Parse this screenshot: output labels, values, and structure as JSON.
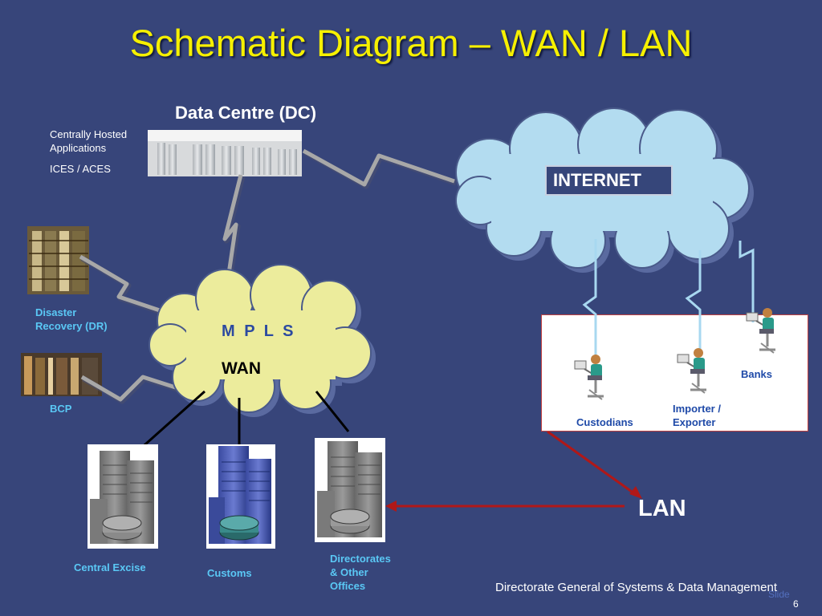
{
  "title": "Schematic Diagram – WAN / LAN",
  "data_centre": {
    "title": "Data Centre (DC)",
    "line1": "Centrally Hosted",
    "line2": "Applications",
    "line3": "ICES / ACES"
  },
  "internet": {
    "label": "INTERNET"
  },
  "mpls": {
    "label": "M P L S",
    "wan": "WAN"
  },
  "dr": {
    "line1": "Disaster",
    "line2": "Recovery (DR)"
  },
  "bcp": {
    "label": "BCP"
  },
  "buildings": {
    "central_excise": "Central Excise",
    "customs": "Customs",
    "directorates_line1": "Directorates",
    "directorates_line2": "& Other",
    "directorates_line3": "Offices"
  },
  "lan": {
    "label": "LAN",
    "custodians": "Custodians",
    "importer_line1": "Importer /",
    "importer_line2": "Exporter",
    "banks": "Banks"
  },
  "footer": {
    "text": "Directorate General of Systems & Data Management",
    "slide_word": "Slide",
    "slide_number": "6"
  },
  "colors": {
    "background": "#37457a",
    "title": "#f6f000",
    "internet_cloud": "#b3dcf0",
    "mpls_cloud": "#ecec9c",
    "link_gray": "#a8a8a8",
    "lan_arrow": "#b01818"
  }
}
